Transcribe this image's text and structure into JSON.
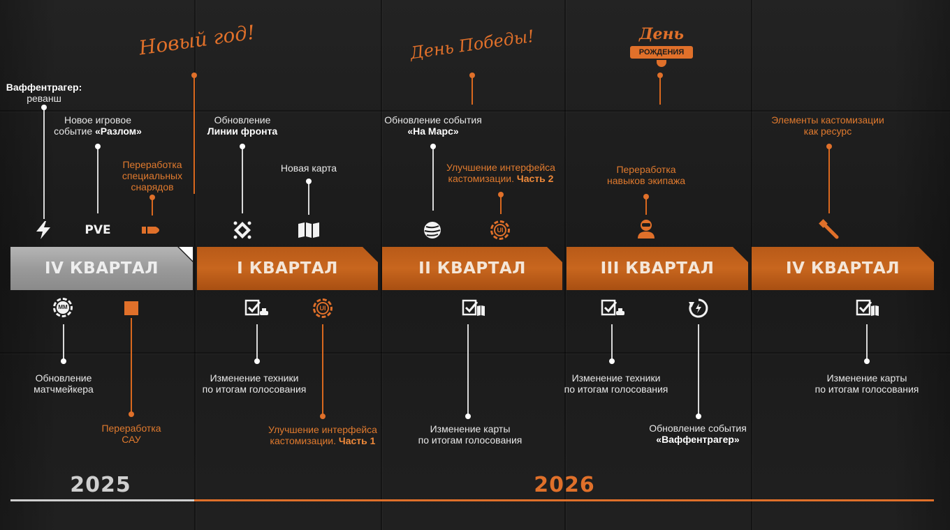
{
  "holidays": {
    "new_year": "Новый год!",
    "victory_day": "День Победы!",
    "birthday_top": "День",
    "birthday_ribbon": "РОЖДЕНИЯ"
  },
  "quarters": [
    "IV КВАРТАЛ",
    "I КВАРТАЛ",
    "II КВАРТАЛ",
    "III КВАРТАЛ",
    "IV  КВАРТАЛ"
  ],
  "years": {
    "y2025": "2025",
    "y2026": "2026"
  },
  "top_events": {
    "waffen_1": "Ваффентрагер:",
    "waffen_2": "реванш",
    "razlom_1": "Новое игровое",
    "razlom_2": "событие ",
    "razlom_b": "«Разлом»",
    "pve": "PVE",
    "shells_1": "Переработка",
    "shells_2": "специальных",
    "shells_3": "снарядов",
    "frontline_1": "Обновление",
    "frontline_b": "Линии фронта",
    "newmap": "Новая карта",
    "mars_1": "Обновление события",
    "mars_b": "«На Марс»",
    "custom2_1": "Улучшение интерфейса",
    "custom2_2": "кастомизации. ",
    "custom2_b": "Часть 2",
    "crew_1": "Переработка",
    "crew_2": "навыков экипажа",
    "custres_1": "Элементы кастомизации",
    "custres_2": "как ресурс"
  },
  "bottom_events": {
    "mm_1": "Обновление",
    "mm_2": "матчмейкера",
    "spg_1": "Переработка",
    "spg_2": "САУ",
    "vote1_1": "Изменение техники",
    "vote1_2": "по итогам голосования",
    "custom1_1": "Улучшение интерфейса",
    "custom1_2": "кастомизации. ",
    "custom1_b": "Часть 1",
    "map2_1": "Изменение карты",
    "map2_2": "по итогам голосования",
    "vote3_1": "Изменение техники",
    "vote3_2": "по итогам голосования",
    "waff_1": "Обновление события",
    "waff_b": "«Ваффентрагер»",
    "map4_1": "Изменение карты",
    "map4_2": "по итогам голосования"
  },
  "icons": {
    "mm": "ММ",
    "ui": "UI"
  },
  "colors": {
    "accent": "#e0702a",
    "grey": "#a0a0a0",
    "bg": "#1c1c1c"
  }
}
